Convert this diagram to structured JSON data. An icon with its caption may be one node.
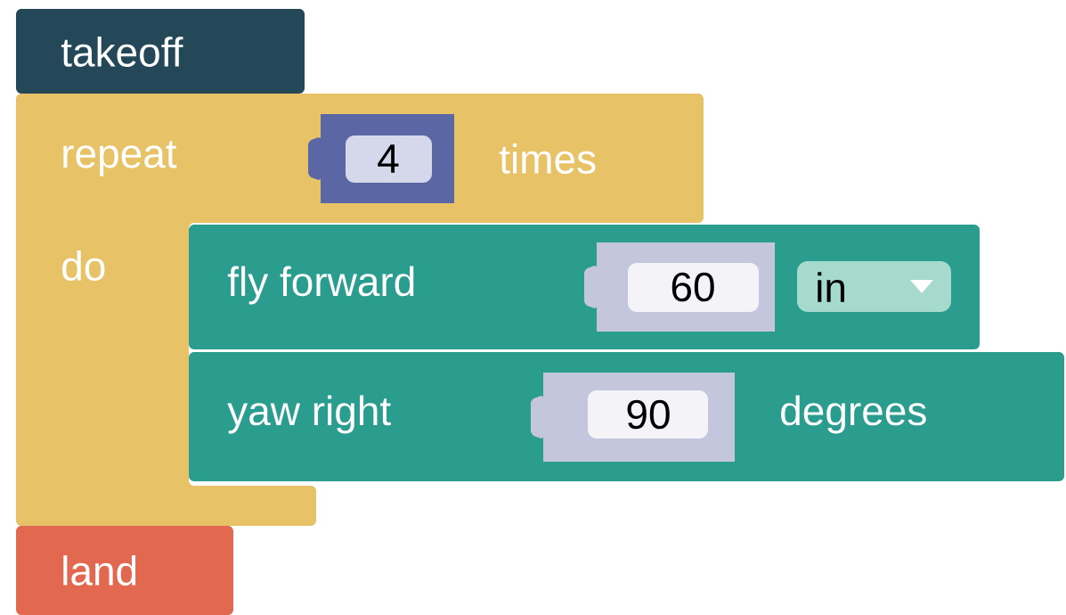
{
  "diagram": {
    "nodes": [
      {
        "text": [
          "takeoff"
        ]
      },
      {
        "text": [
          "repeat",
          "times",
          "do"
        ]
      },
      {
        "text": [
          "4"
        ],
        "in": 1
      },
      {
        "text": [
          "fly forward"
        ]
      },
      {
        "text": [
          "60"
        ],
        "in": 3
      },
      {
        "text": [
          "in"
        ],
        "in": 3
      },
      {
        "text": [
          "yaw right",
          "degrees"
        ]
      },
      {
        "text": [
          "90"
        ],
        "in": 6
      },
      {
        "text": [
          "land"
        ]
      }
    ]
  }
}
